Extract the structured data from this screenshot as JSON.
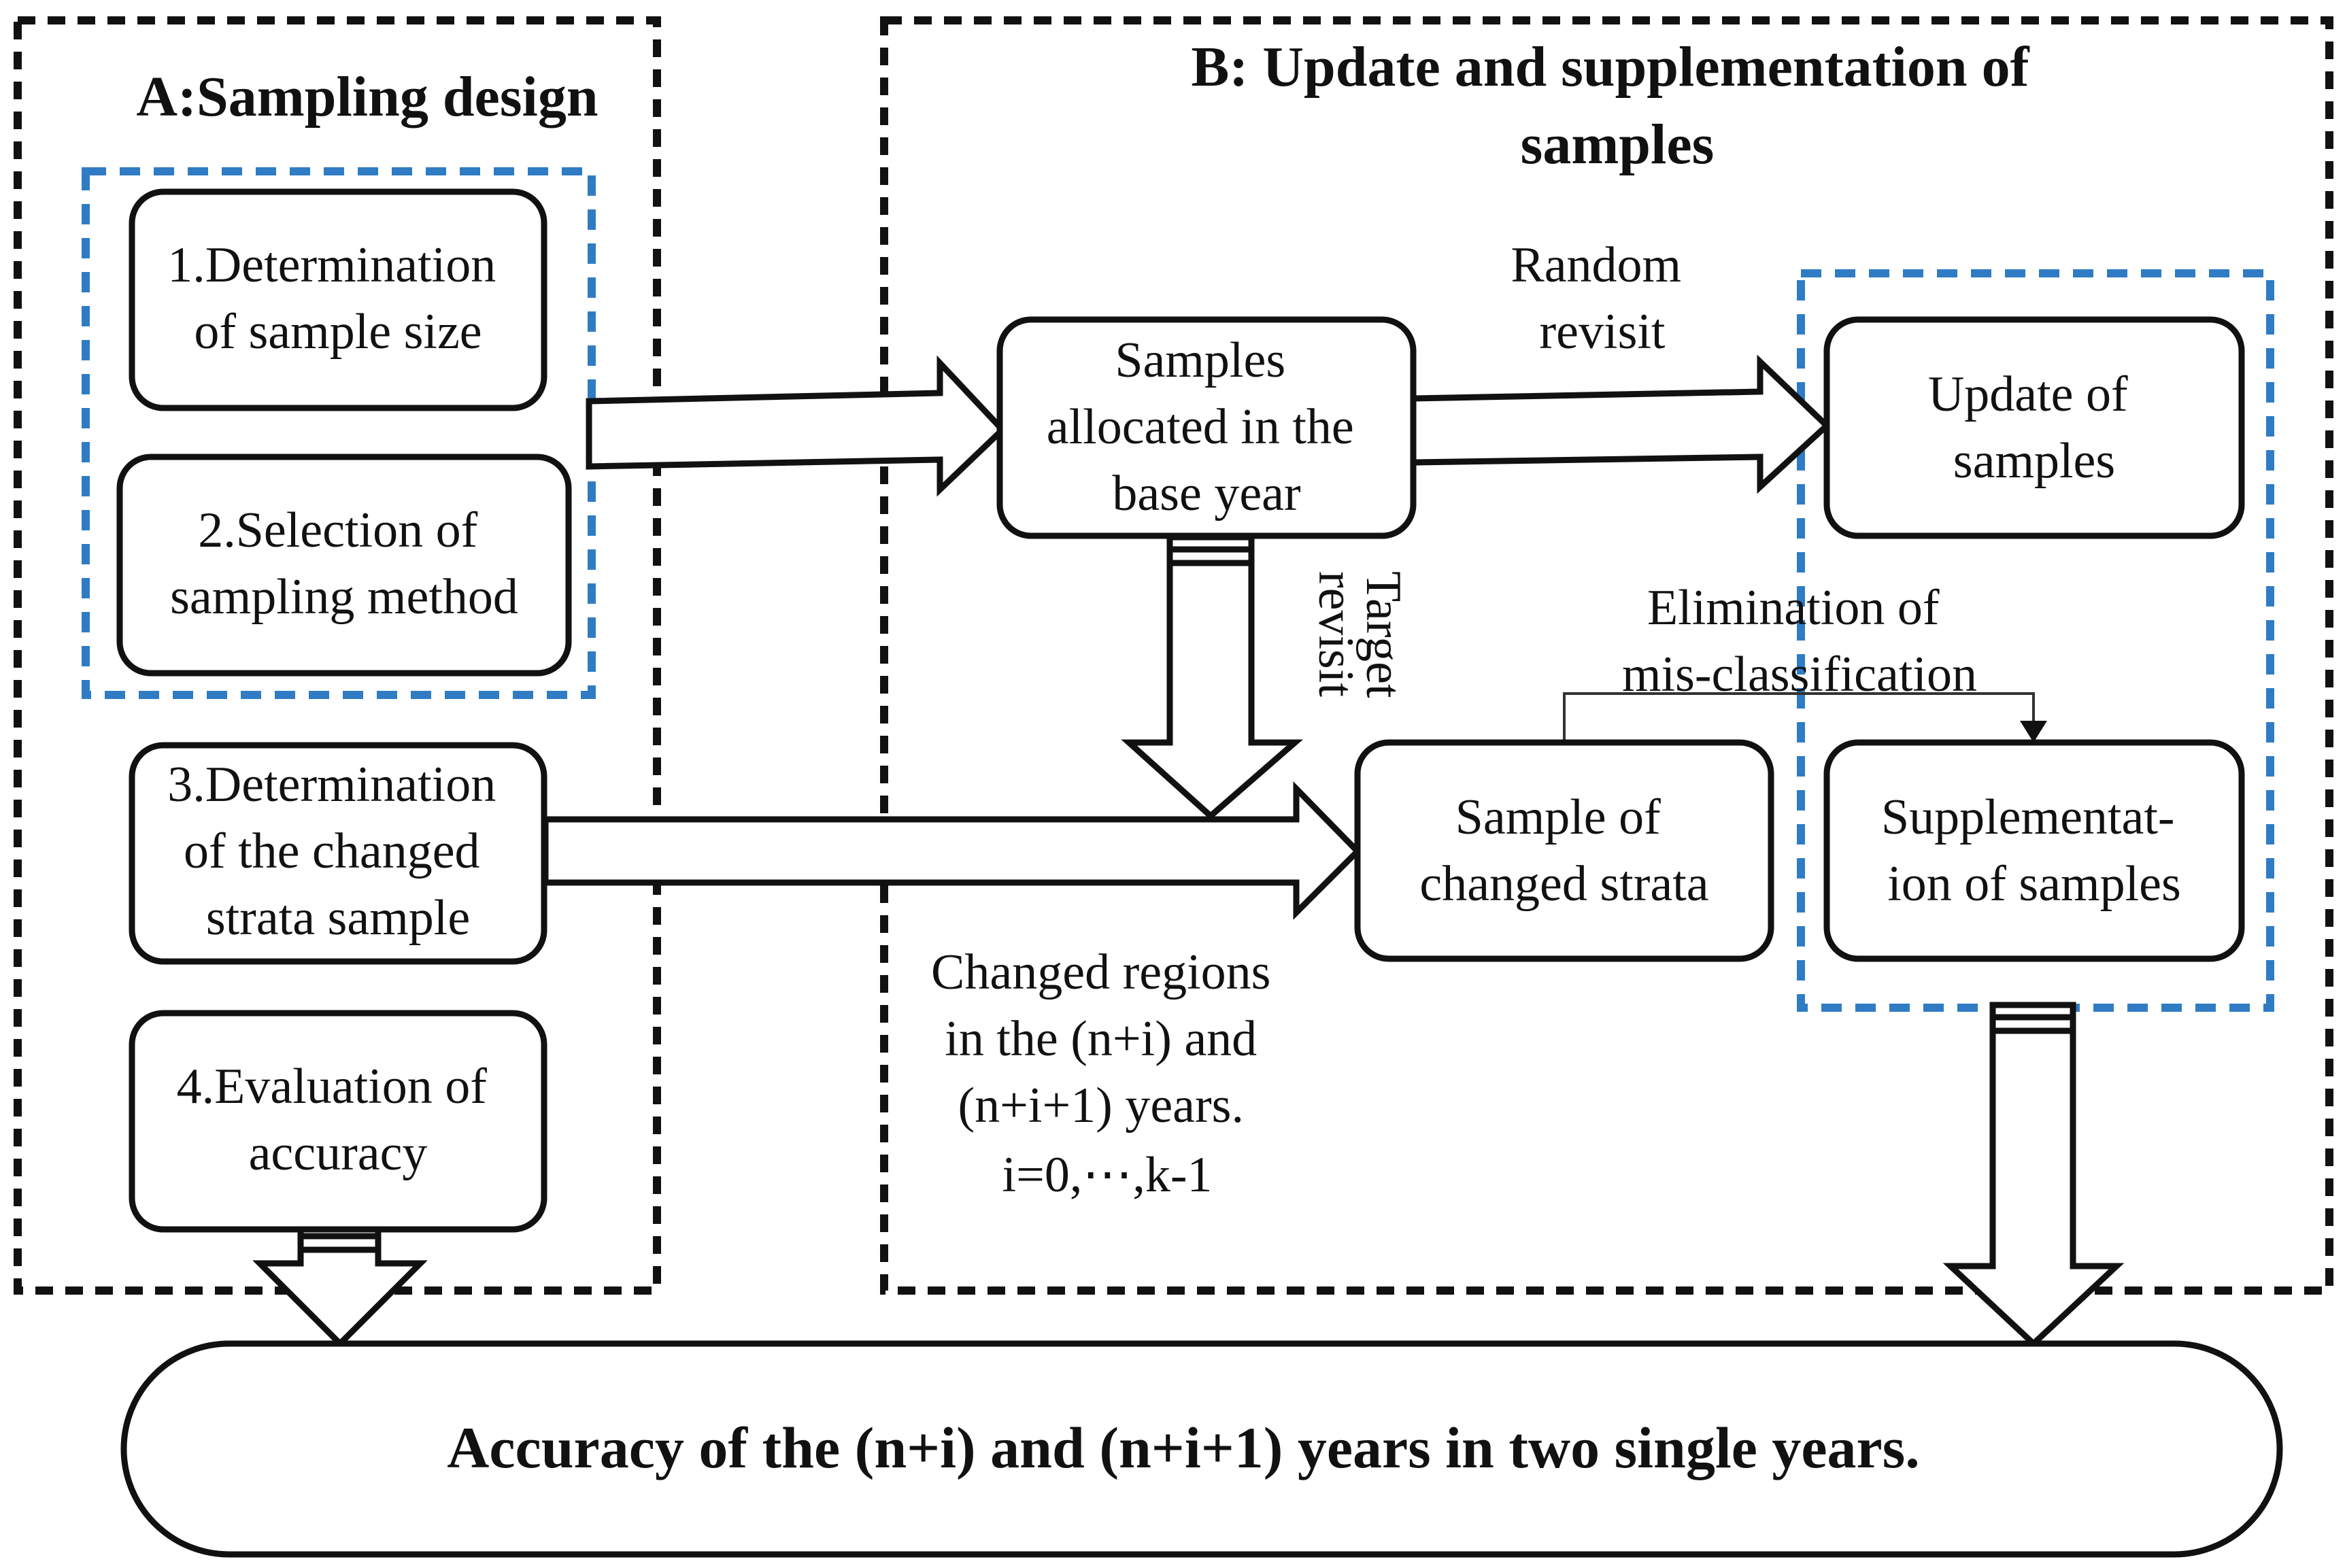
{
  "section_a": {
    "title": "A:Sampling design",
    "steps": [
      {
        "lines": [
          "1.Determination",
          "of sample size"
        ]
      },
      {
        "lines": [
          "2.Selection of",
          "sampling method"
        ]
      },
      {
        "lines": [
          "3.Determination",
          "of the changed",
          "strata sample"
        ]
      },
      {
        "lines": [
          "4.Evaluation of",
          "accuracy"
        ]
      }
    ]
  },
  "section_b": {
    "title_lines": [
      "B: Update and supplementation of",
      "samples"
    ],
    "base_samples": {
      "lines": [
        "Samples",
        "allocated in the",
        "base year"
      ]
    },
    "update": {
      "lines": [
        "Update of",
        "samples"
      ]
    },
    "changed_strata": {
      "lines": [
        "Sample of",
        "changed strata"
      ]
    },
    "supplementation": {
      "lines": [
        "Supplementat-",
        "ion of samples"
      ]
    },
    "random_revisit": {
      "lines": [
        "Random",
        "revisit"
      ]
    },
    "target_revisit": {
      "lines": [
        "Target",
        "revisit"
      ]
    },
    "elimination": {
      "lines": [
        "Elimination of",
        "mis-classification"
      ]
    },
    "changed_regions": {
      "lines": [
        "Changed regions",
        "in the (n+i) and",
        "(n+i+1) years.",
        "i=0,⋯,k-1"
      ]
    }
  },
  "result": {
    "label": "Accuracy of the (n+i) and (n+i+1) years in two single years."
  },
  "colors": {
    "black_dash": "#111111",
    "blue_dash": "#2f7cc4",
    "box_fill": "#ffffff"
  },
  "icons": {
    "arrows": "block-arrow",
    "small_arrow": "arrowhead-down"
  }
}
